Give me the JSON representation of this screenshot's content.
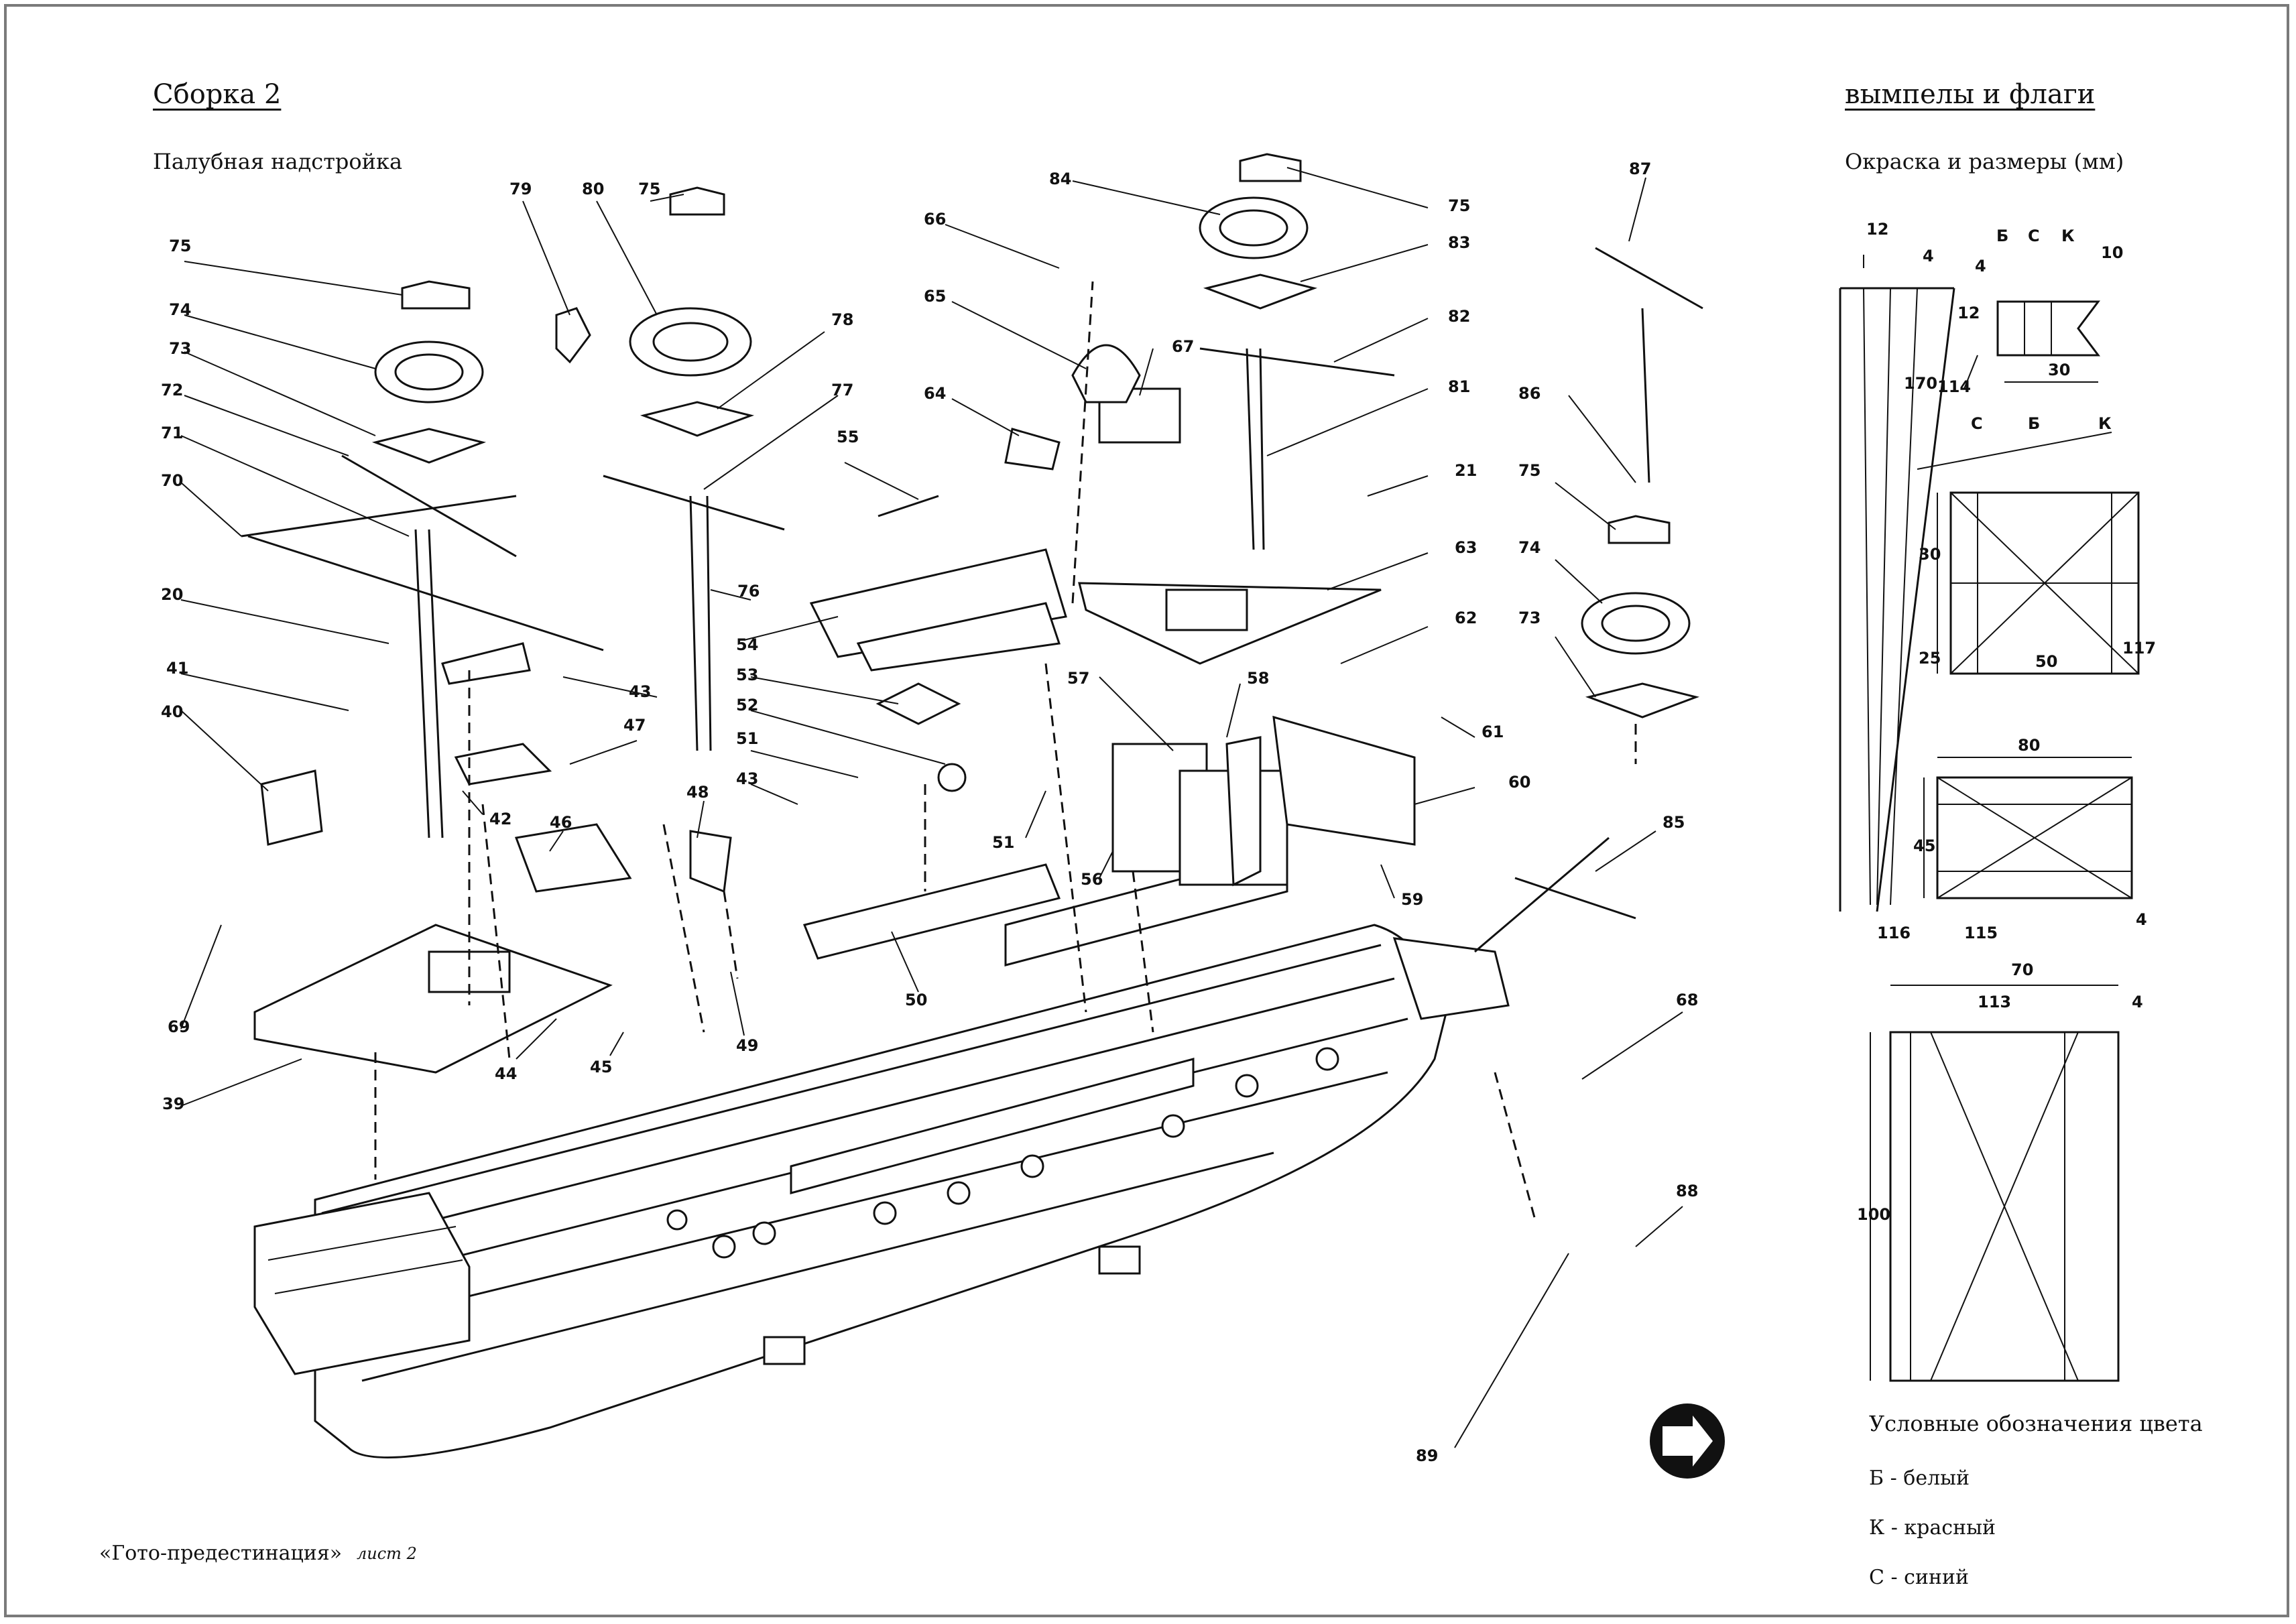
{
  "header": {
    "left_title": "Сборка 2",
    "left_subtitle": "Палубная надстройка",
    "right_title": "вымпелы и флаги",
    "right_subtitle": "Окраска и размеры (мм)"
  },
  "callouts": [
    "75",
    "74",
    "73",
    "72",
    "71",
    "70",
    "20",
    "41",
    "40",
    "69",
    "39",
    "79",
    "80",
    "75",
    "78",
    "77",
    "76",
    "43",
    "47",
    "42",
    "46",
    "48",
    "44",
    "45",
    "49",
    "55",
    "54",
    "53",
    "52",
    "51",
    "43",
    "50",
    "51",
    "66",
    "65",
    "64",
    "84",
    "75",
    "83",
    "67",
    "82",
    "81",
    "21",
    "63",
    "57",
    "58",
    "62",
    "61",
    "60",
    "59",
    "56",
    "87",
    "86",
    "75",
    "74",
    "73",
    "85",
    "68",
    "88",
    "89"
  ],
  "flags": {
    "pennant": {
      "dims": [
        "12",
        "4",
        "10",
        "4",
        "12",
        "170",
        "30",
        "114"
      ],
      "color_letters": [
        "Б",
        "С",
        "К"
      ]
    },
    "flag1": {
      "dims": [
        "30",
        "25",
        "50",
        "117"
      ],
      "color_letters": [
        "С",
        "Б",
        "К"
      ]
    },
    "flag2": {
      "dims": [
        "80",
        "45",
        "4",
        "116",
        "115"
      ]
    },
    "flag3": {
      "dims": [
        "70",
        "113",
        "4",
        "100"
      ]
    }
  },
  "legend": {
    "title": "Условные обозначения цвета",
    "items": [
      "Б - белый",
      "К - красный",
      "С - синий"
    ]
  },
  "footer": {
    "title": "«Гото-предестинация»",
    "sheet": "лист 2"
  }
}
